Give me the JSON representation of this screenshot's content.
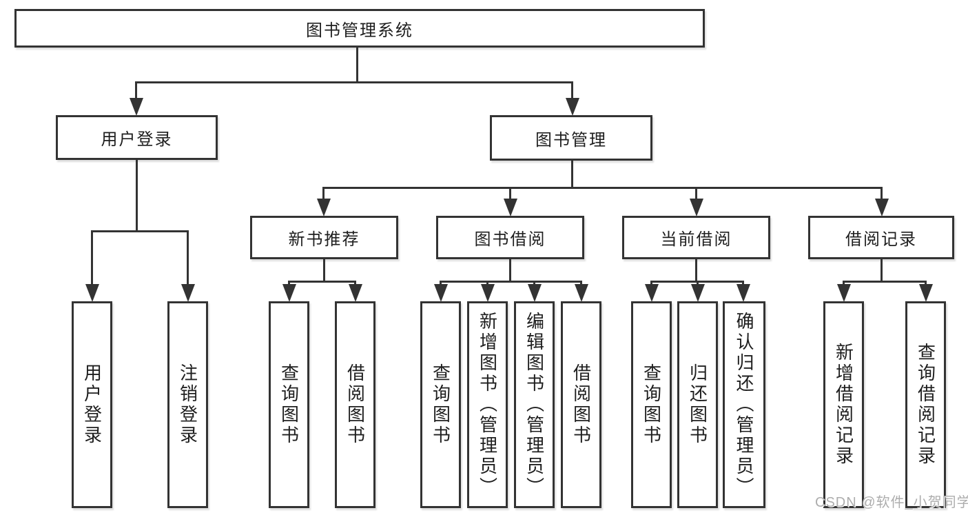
{
  "diagram": {
    "title_node": {
      "label": "图书管理系统"
    },
    "level2": [
      {
        "label": "用户登录"
      },
      {
        "label": "图书管理"
      }
    ],
    "categories": [
      {
        "label": "新书推荐"
      },
      {
        "label": "图书借阅"
      },
      {
        "label": "当前借阅"
      },
      {
        "label": "借阅记录"
      }
    ],
    "leaves": [
      {
        "label": "用户登录",
        "parent": "用户登录"
      },
      {
        "label": "注销登录",
        "parent": "用户登录"
      },
      {
        "label": "查询图书",
        "parent": "新书推荐"
      },
      {
        "label": "借阅图书",
        "parent": "新书推荐"
      },
      {
        "label": "查询图书",
        "parent": "图书借阅"
      },
      {
        "label": "新增图书（管理员）",
        "parent": "图书借阅"
      },
      {
        "label": "编辑图书（管理员）",
        "parent": "图书借阅"
      },
      {
        "label": "借阅图书",
        "parent": "图书借阅"
      },
      {
        "label": "查询图书",
        "parent": "当前借阅"
      },
      {
        "label": "归还图书",
        "parent": "当前借阅"
      },
      {
        "label": "确认归还（管理员）",
        "parent": "当前借阅"
      },
      {
        "label": "新增借阅记录",
        "parent": "借阅记录"
      },
      {
        "label": "查询借阅记录",
        "parent": "借阅记录"
      }
    ]
  },
  "watermark": {
    "text": "CSDN @软件_小贺同学"
  },
  "colors": {
    "line": "#333333",
    "box_border": "#333333",
    "box_background": "#ffffff",
    "text": "#1e1e1e",
    "watermark_text": "#adadad",
    "page_background": "#ffffff"
  }
}
